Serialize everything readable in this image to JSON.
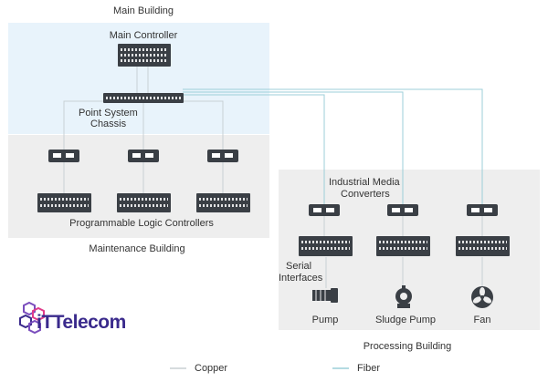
{
  "buildings": {
    "main": "Main Building",
    "maintenance": "Maintenance Building",
    "processing": "Processing Building"
  },
  "labels": {
    "main_controller": "Main Controller",
    "point_system_chassis_line1": "Point System",
    "point_system_chassis_line2": "Chassis",
    "plcs": "Programmable Logic Controllers",
    "media_converters_line1": "Industrial Media",
    "media_converters_line2": "Converters",
    "serial_interfaces_line1": "Serial",
    "serial_interfaces_line2": "Interfaces",
    "pump": "Pump",
    "sludge_pump": "Sludge Pump",
    "fan": "Fan"
  },
  "legend": {
    "copper": "Copper",
    "fiber": "Fiber"
  },
  "logo": {
    "text": "iTTelecom"
  },
  "colors": {
    "main_zone": "#e8f3fb",
    "grey_zone": "#eeeeee",
    "device": "#3a3f45",
    "copper": "#c8d0d4",
    "fiber": "#9ccfd8",
    "logo_text": "#3a2a8c",
    "logo_hex": "#7a4dbd"
  },
  "icons": [
    "pump-icon",
    "sludge-pump-icon",
    "fan-icon"
  ]
}
